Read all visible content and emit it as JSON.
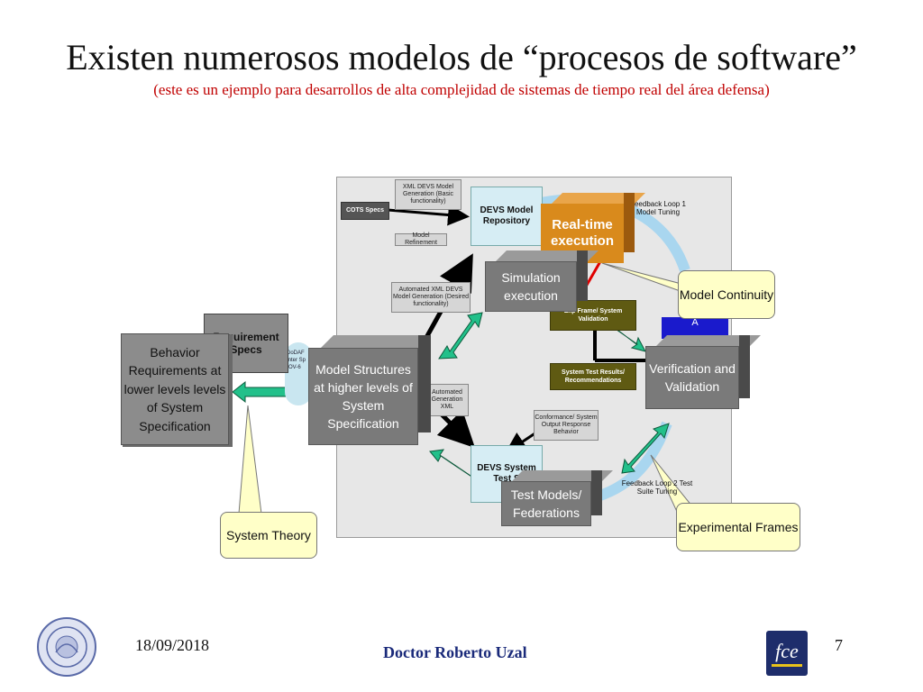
{
  "slide": {
    "title": "Existen numerosos modelos de “procesos de software”",
    "subtitle": "(este es un ejemplo para desarrollos de alta complejidad de sistemas de tiempo real del área defensa)"
  },
  "diagram": {
    "cots_specs": "COTS Specs",
    "xml_devs_basic": "XML DEVS Model Generation (Basic functionality)",
    "model_refinement": "Model Refinement",
    "devs_model_repository": "DEVS Model Repository",
    "feedback_loop_1": "Feedback Loop 1 Model Tuning",
    "real_time_execution": "Real-time execution",
    "simulation_execution": "Simulation execution",
    "automated_xml_devs": "Automated XML DEVS Model Generation (Desired functionality)",
    "requirement_specs": "Requirement Specs",
    "dodaf_fragment": "DoDAF Inter Sp (OV-6",
    "behavior_requirements": "Behavior Requirements at lower levels levels of System Specification",
    "model_structures": "Model Structures at higher levels of System Specification",
    "automated_xml_fragment": "Automated Generation XML",
    "exp_frame_system": "Exp Frame/ System Validation",
    "verification_validation": "Verification and Validation",
    "blue_box_fragment": "A",
    "system_test_results": "System Test Results/ Recommendations",
    "conformance": "Conformance/ System Output Response Behavior",
    "devs_system_test": "DEVS System Test S",
    "test_models": "Test Models/ Federations",
    "feedback_loop_2": "Feedback Loop 2 Test Suite Tuning",
    "model_continuity": "Model Continuity",
    "experimental_frames": "Experimental Frames",
    "system_theory": "System Theory"
  },
  "footer": {
    "date": "18/09/2018",
    "author": "Doctor Roberto Uzal",
    "page": "7",
    "logo_right_text": "fce"
  },
  "colors": {
    "subtitle": "#c00000",
    "callout_fill": "#ffffc8",
    "green_arrow": "#22c08a",
    "orange_box": "#d98a1c",
    "author": "#1a2a7a"
  }
}
